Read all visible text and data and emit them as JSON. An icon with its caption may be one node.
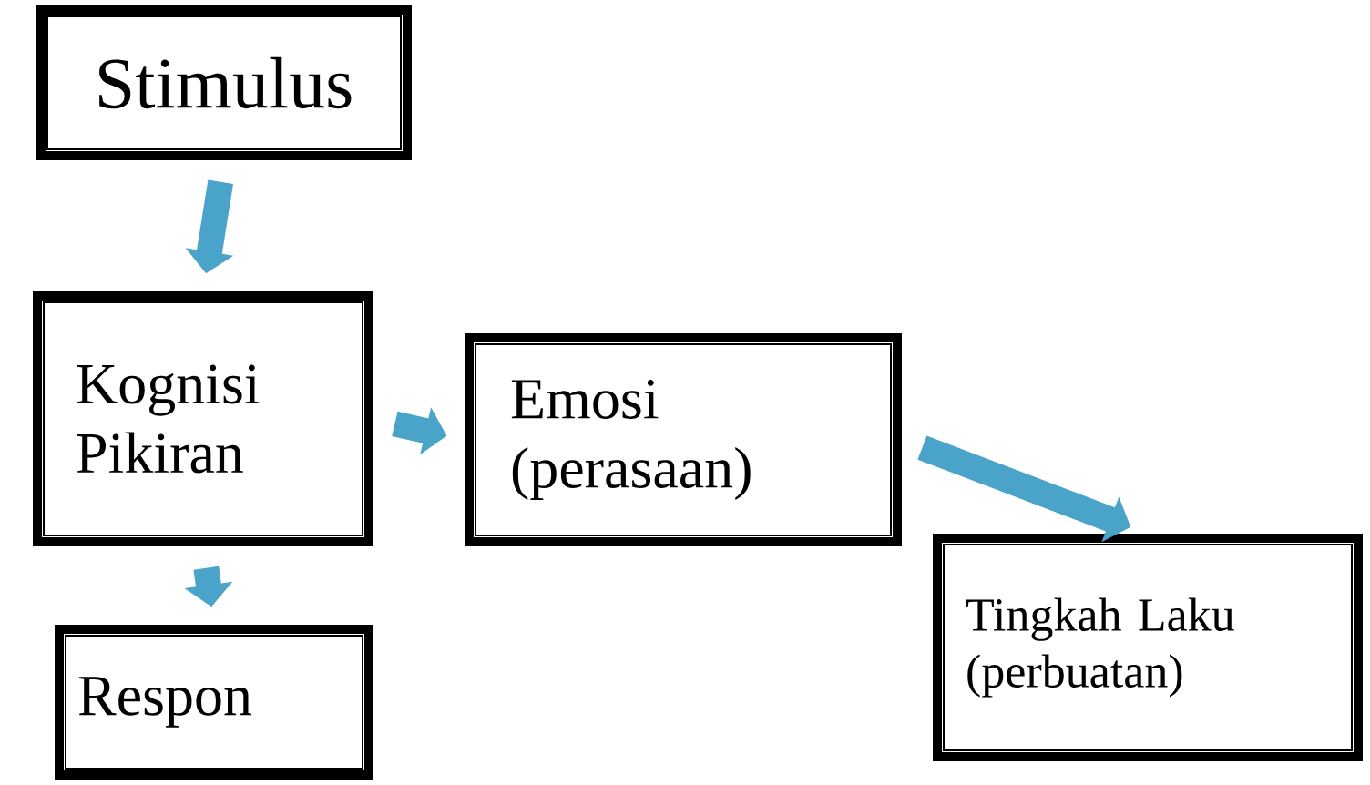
{
  "diagram": {
    "nodes": [
      {
        "text": [
          "Stimulus"
        ]
      },
      {
        "text": [
          "Kognisi Pikiran"
        ]
      },
      {
        "text": [
          "Emosi (perasaan)"
        ]
      },
      {
        "text": [
          "Tingkah Laku (perbuatan)"
        ]
      },
      {
        "text": [
          "Respon"
        ]
      }
    ],
    "edges": [
      {
        "from": 0,
        "to": 1,
        "arrow": "to"
      },
      {
        "from": 1,
        "to": 2,
        "arrow": "to"
      },
      {
        "from": 2,
        "to": 3,
        "arrow": "to"
      },
      {
        "from": 1,
        "to": 4,
        "arrow": "to"
      }
    ]
  }
}
